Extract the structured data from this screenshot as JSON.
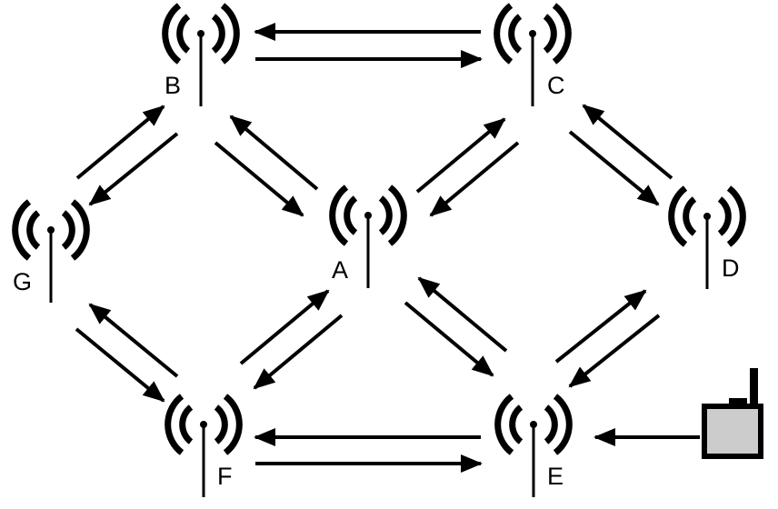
{
  "diagram": {
    "nodes": [
      {
        "id": "B",
        "label": "B"
      },
      {
        "id": "C",
        "label": "C"
      },
      {
        "id": "G",
        "label": "G"
      },
      {
        "id": "A",
        "label": "A"
      },
      {
        "id": "D",
        "label": "D"
      },
      {
        "id": "F",
        "label": "F"
      },
      {
        "id": "E",
        "label": "E"
      }
    ],
    "links": [
      {
        "from": "B",
        "to": "C",
        "bidirectional": true
      },
      {
        "from": "B",
        "to": "G",
        "bidirectional": true
      },
      {
        "from": "B",
        "to": "A",
        "bidirectional": true
      },
      {
        "from": "C",
        "to": "A",
        "bidirectional": true
      },
      {
        "from": "C",
        "to": "D",
        "bidirectional": true
      },
      {
        "from": "G",
        "to": "F",
        "bidirectional": true
      },
      {
        "from": "A",
        "to": "F",
        "bidirectional": true
      },
      {
        "from": "A",
        "to": "E",
        "bidirectional": true
      },
      {
        "from": "D",
        "to": "E",
        "bidirectional": true
      },
      {
        "from": "F",
        "to": "E",
        "bidirectional": true
      },
      {
        "from": "device",
        "to": "E",
        "bidirectional": false
      }
    ],
    "device_icon": "walkie-talkie-icon",
    "device_color": "#cccccc",
    "line_color": "#000000"
  }
}
